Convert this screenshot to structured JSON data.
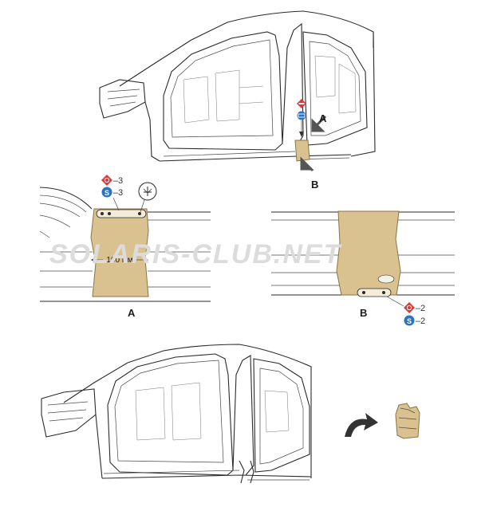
{
  "labels": {
    "callout_a": "A",
    "callout_b": "B",
    "detail_a": "A",
    "detail_b": "B"
  },
  "detail_a": {
    "weld_count_red": "3",
    "weld_count_blue": "3",
    "dimension": "100 мм"
  },
  "detail_b": {
    "weld_count_red": "2",
    "weld_count_blue": "2"
  },
  "watermark": "SOLARIS-CLUB.NET",
  "colors": {
    "panel_fill": "#d9c28f",
    "panel_stroke": "#8a7444",
    "weld_red": "#d93a3a",
    "weld_blue": "#2a72c2",
    "arrow_gray": "#555555"
  },
  "icons": {
    "weld_red": "diamond-weld-icon",
    "weld_blue": "circle-s-icon",
    "section": "section-view-icon",
    "replace": "curved-arrow-icon"
  }
}
